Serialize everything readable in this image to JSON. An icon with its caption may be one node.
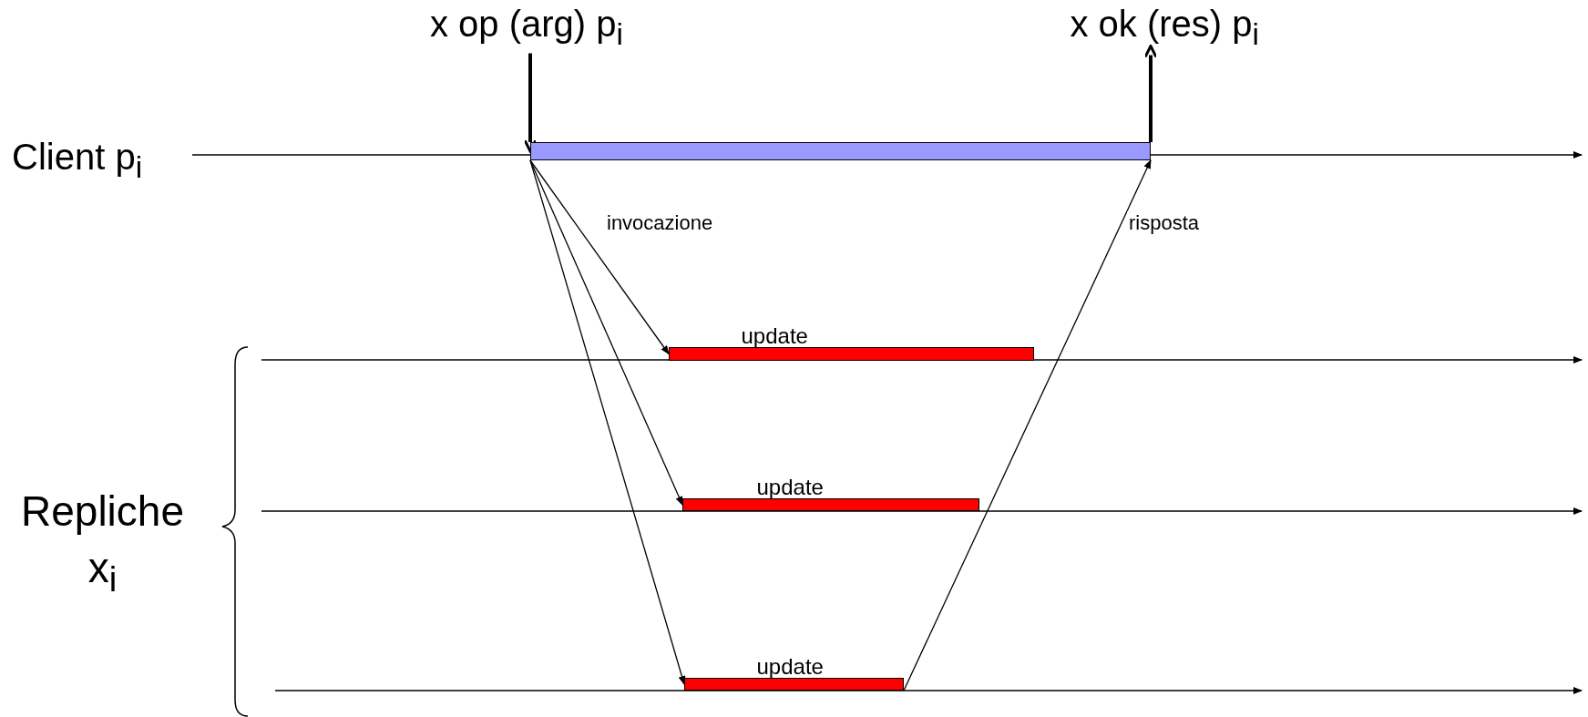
{
  "diagram": {
    "nodes": [
      {
        "text": [
          "x op (arg) p$_{i}$"
        ]
      },
      {
        "text": [
          "x ok (res) p$_{i}$"
        ]
      },
      {
        "text": [],
        "shape": "bar"
      },
      {
        "text": [
          "update"
        ]
      },
      {
        "text": [
          "update"
        ]
      },
      {
        "text": [
          "update"
        ]
      }
    ],
    "edges": [
      {
        "from": 0,
        "to": 2,
        "arrow": "to",
        "style": "thick"
      },
      {
        "from": 2,
        "to": 1,
        "arrow": "to",
        "style": "thick"
      },
      {
        "from": 2,
        "to": 3,
        "arrow": "to",
        "label": "invocazione"
      },
      {
        "from": 2,
        "to": 4,
        "arrow": "to"
      },
      {
        "from": 2,
        "to": 5,
        "arrow": "to"
      },
      {
        "from": 5,
        "to": 2,
        "arrow": "to",
        "label": "risposta"
      }
    ],
    "labels": [
      "Client p$_{i}$",
      "Repliche x$_{i}$"
    ]
  }
}
